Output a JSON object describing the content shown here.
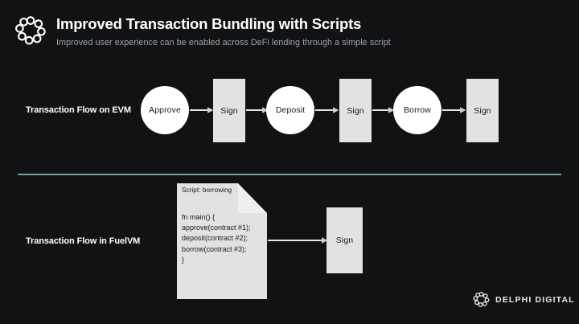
{
  "background_color": "#111214",
  "header": {
    "logo_icon": "delphi-chain-logo-icon",
    "title": "Improved Transaction Bundling with Scripts",
    "subtitle": "Improved user experience can be enabled across DeFi lending through a simple script"
  },
  "divider": {
    "color": "#7f9a9a"
  },
  "rows": {
    "evm": {
      "label": "Transaction Flow on EVM",
      "nodes": [
        {
          "text": "Approve",
          "shape": "circle"
        },
        {
          "text": "Sign",
          "shape": "rect"
        },
        {
          "text": "Deposit",
          "shape": "circle"
        },
        {
          "text": "Sign",
          "shape": "rect"
        },
        {
          "text": "Borrow",
          "shape": "circle"
        },
        {
          "text": "Sign",
          "shape": "rect"
        }
      ]
    },
    "fuelvm": {
      "label": "Transaction Flow in FuelVM",
      "script": {
        "title": "Script: borrowing",
        "code": "fn main() {\napprove(contract #1);\ndeposit(contract #2);\nborrow(contract #3);\n}"
      },
      "nodes": [
        {
          "text": "Sign",
          "shape": "rect"
        }
      ]
    }
  },
  "footer": {
    "logo_icon": "delphi-chain-logo-icon",
    "wordmark": "DELPHI DIGITAL"
  },
  "colors": {
    "circle_fill": "#ffffff",
    "rect_fill": "#e2e2e2",
    "node_text": "#1b1b1b",
    "arrow": "#e6e6e6",
    "title_text": "#ffffff",
    "subtitle_text": "#9fa3a6"
  }
}
